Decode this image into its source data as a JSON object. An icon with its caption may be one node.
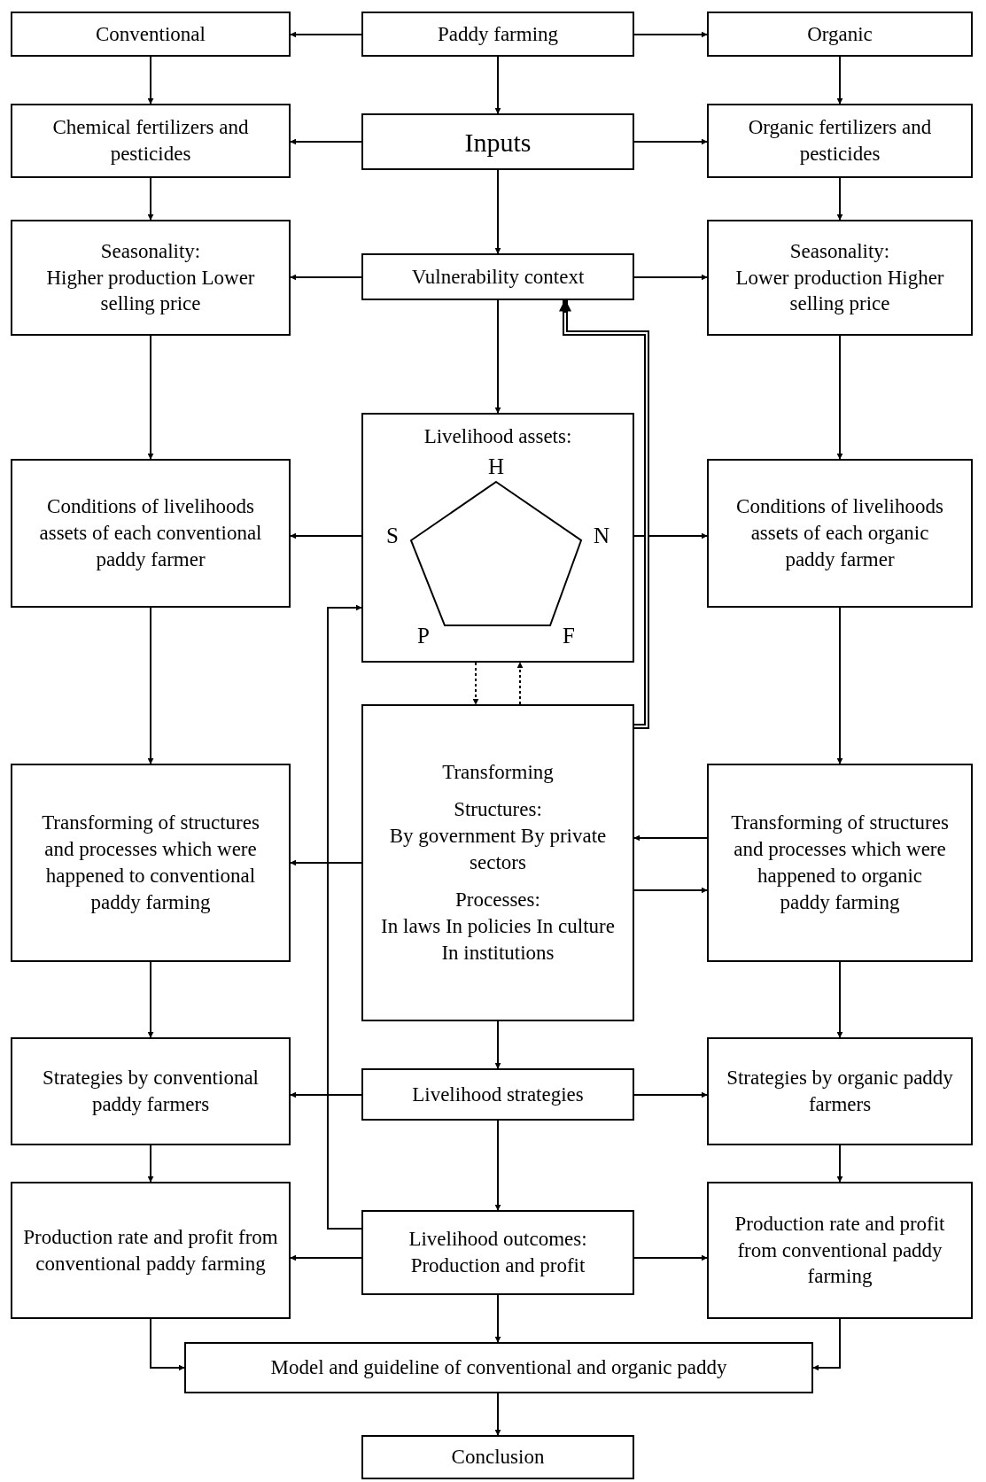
{
  "diagram": {
    "nodes": [
      {
        "text": [
          "Conventional"
        ]
      },
      {
        "text": [
          "Paddy farming"
        ]
      },
      {
        "text": [
          "Organic"
        ]
      },
      {
        "text": [
          "Chemical fertilizers and pesticides"
        ]
      },
      {
        "text": [
          "Inputs"
        ]
      },
      {
        "text": [
          "Organic fertilizers and pesticides"
        ]
      },
      {
        "text": [
          "Seasonality:",
          "Higher production Lower selling price"
        ]
      },
      {
        "text": [
          "Vulnerability context"
        ]
      },
      {
        "text": [
          "Seasonality:",
          "Lower production Higher selling price"
        ]
      },
      {
        "text": [
          "Conditions of livelihoods assets of each conventional paddy farmer"
        ]
      },
      {
        "text": [
          "Livelihood assets:",
          "H",
          "S",
          "N",
          "P",
          "F"
        ]
      },
      {
        "text": [
          "Conditions of livelihoods assets of each organic paddy farmer"
        ]
      },
      {
        "text": [
          "Transforming of structures and processes which were happened to conventional paddy farming"
        ]
      },
      {
        "text": [
          "Transforming",
          "Structures:",
          "By government By private sectors",
          "Processes:",
          "In laws In policies In culture In institutions"
        ]
      },
      {
        "text": [
          "Transforming of structures and processes which were happened to organic paddy farming"
        ]
      },
      {
        "text": [
          "Strategies by conventional paddy farmers"
        ]
      },
      {
        "text": [
          "Livelihood strategies"
        ]
      },
      {
        "text": [
          "Strategies by organic paddy farmers"
        ]
      },
      {
        "text": [
          "Production rate and profit from conventional paddy farming"
        ]
      },
      {
        "text": [
          "Livelihood outcomes:",
          "Production and profit"
        ]
      },
      {
        "text": [
          "Production rate and profit from conventional paddy farming"
        ]
      },
      {
        "text": [
          "Model and guideline of conventional and organic paddy"
        ]
      },
      {
        "text": [
          "Conclusion"
        ]
      }
    ],
    "edges": [
      {
        "from": 1,
        "to": 4,
        "arrow": "to"
      },
      {
        "from": 1,
        "to": 0,
        "arrow": "to"
      },
      {
        "from": 1,
        "to": 2,
        "arrow": "to"
      },
      {
        "from": 4,
        "to": 7,
        "arrow": "to"
      },
      {
        "from": 4,
        "to": 3,
        "arrow": "to"
      },
      {
        "from": 4,
        "to": 5,
        "arrow": "to"
      },
      {
        "from": 7,
        "to": 10,
        "arrow": "to"
      },
      {
        "from": 7,
        "to": 6,
        "arrow": "to"
      },
      {
        "from": 7,
        "to": 8,
        "arrow": "to"
      },
      {
        "from": 10,
        "to": 13,
        "arrow": "to",
        "style": "dashed"
      },
      {
        "from": 10,
        "to": 9,
        "arrow": "to"
      },
      {
        "from": 10,
        "to": 11,
        "arrow": "to"
      },
      {
        "from": 13,
        "to": 16,
        "arrow": "to"
      },
      {
        "from": 13,
        "to": 12,
        "arrow": "to"
      },
      {
        "from": 13,
        "to": 14,
        "arrow": "to"
      },
      {
        "from": 13,
        "to": 10,
        "arrow": "to",
        "style": "dashed"
      },
      {
        "from": 13,
        "to": 7,
        "arrow": "to",
        "style": "thick"
      },
      {
        "from": 14,
        "to": 13,
        "arrow": "to"
      },
      {
        "from": 16,
        "to": 19,
        "arrow": "to"
      },
      {
        "from": 16,
        "to": 15,
        "arrow": "to"
      },
      {
        "from": 16,
        "to": 17,
        "arrow": "to"
      },
      {
        "from": 19,
        "to": 21,
        "arrow": "to"
      },
      {
        "from": 19,
        "to": 18,
        "arrow": "to"
      },
      {
        "from": 19,
        "to": 20,
        "arrow": "to"
      },
      {
        "from": 19,
        "to": 10,
        "arrow": "to"
      },
      {
        "from": 0,
        "to": 3,
        "arrow": "to"
      },
      {
        "from": 2,
        "to": 5,
        "arrow": "to"
      },
      {
        "from": 3,
        "to": 6,
        "arrow": "to"
      },
      {
        "from": 5,
        "to": 8,
        "arrow": "to"
      },
      {
        "from": 6,
        "to": 9,
        "arrow": "to"
      },
      {
        "from": 8,
        "to": 11,
        "arrow": "to"
      },
      {
        "from": 9,
        "to": 12,
        "arrow": "to"
      },
      {
        "from": 11,
        "to": 14,
        "arrow": "to"
      },
      {
        "from": 12,
        "to": 15,
        "arrow": "to"
      },
      {
        "from": 14,
        "to": 17,
        "arrow": "to"
      },
      {
        "from": 15,
        "to": 18,
        "arrow": "to"
      },
      {
        "from": 17,
        "to": 20,
        "arrow": "to"
      },
      {
        "from": 18,
        "to": 21,
        "arrow": "to"
      },
      {
        "from": 20,
        "to": 21,
        "arrow": "to"
      },
      {
        "from": 21,
        "to": 22,
        "arrow": "to"
      }
    ]
  }
}
